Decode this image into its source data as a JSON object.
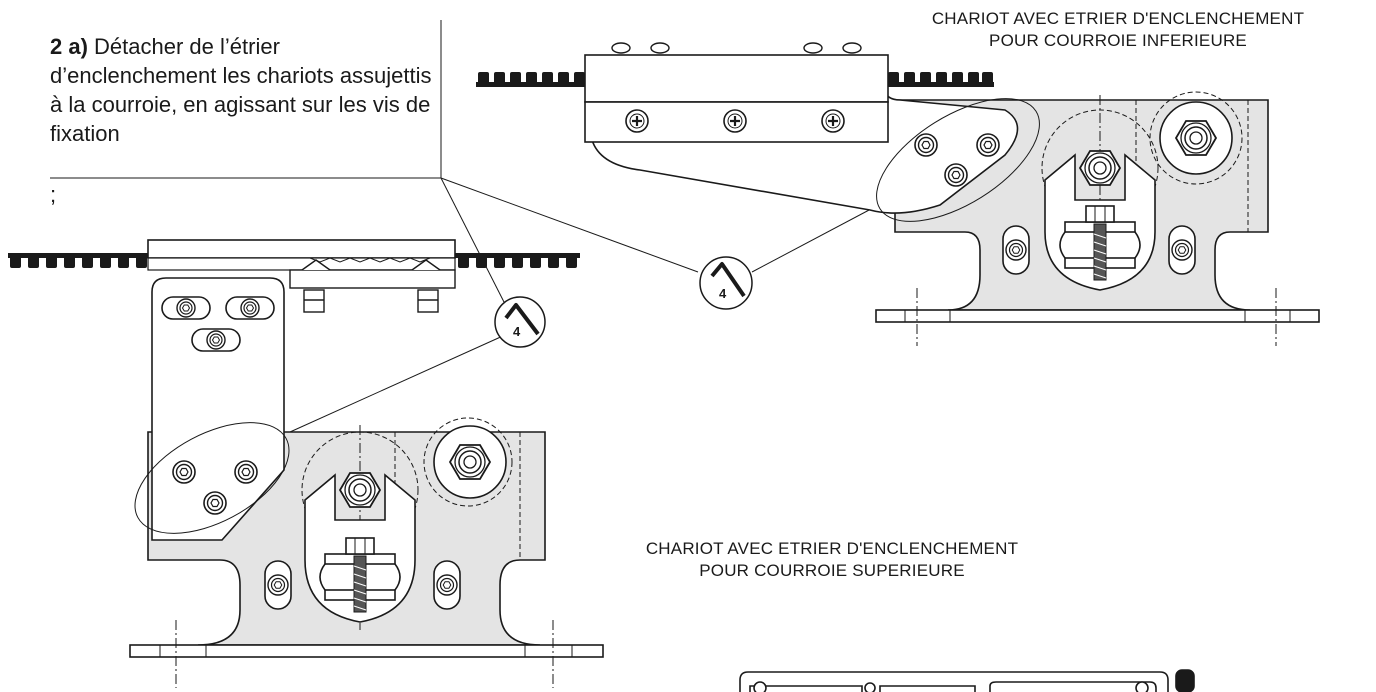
{
  "instruction": {
    "step": "2 a)",
    "text": "Détacher de l’étrier d’enclenchement les chariots assujettis à la courroie, en agissant sur les vis de fixation",
    "trailing": ";"
  },
  "captions": {
    "lower_belt": [
      "CHARIOT AVEC ETRIER D'ENCLENCHEMENT",
      "POUR COURROIE INFERIEURE"
    ],
    "upper_belt": [
      "CHARIOT AVEC ETRIER D'ENCLENCHEMENT",
      "POUR COURROIE SUPERIEURE"
    ]
  },
  "tool_callouts": [
    {
      "id": "top",
      "label": "4"
    },
    {
      "id": "left",
      "label": "4"
    }
  ],
  "colors": {
    "line": "#1a1a1a",
    "plate_fill": "#e4e4e4",
    "belt": "#1a1a1a",
    "background": "#ffffff"
  },
  "icons": [
    "allen-key-icon",
    "hex-screw-icon",
    "phillips-screw-icon",
    "hex-nut-icon"
  ]
}
